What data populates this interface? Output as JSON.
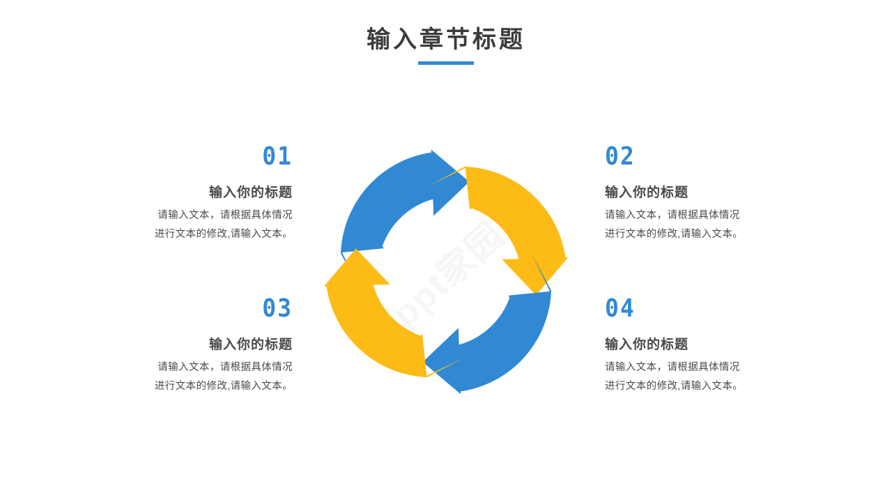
{
  "header": {
    "title": "输入章节标题",
    "accent_color": "#3189d4",
    "title_color": "#3b3b3d"
  },
  "blocks": [
    {
      "number": "01",
      "heading": "输入你的标题",
      "body_line1": "请输入文本，请根据具体情况",
      "body_line2": "进行文本的修改,请输入文本。",
      "align": "right"
    },
    {
      "number": "02",
      "heading": "输入你的标题",
      "body_line1": "请输入文本，请根据具体情况",
      "body_line2": "进行文本的修改,请输入文本。",
      "align": "left"
    },
    {
      "number": "03",
      "heading": "输入你的标题",
      "body_line1": "请输入文本，请根据具体情况",
      "body_line2": "进行文本的修改,请输入文本。",
      "align": "right"
    },
    {
      "number": "04",
      "heading": "输入你的标题",
      "body_line1": "请输入文本，请根据具体情况",
      "body_line2": "进行文本的修改,请输入文本。",
      "align": "left"
    }
  ],
  "diagram": {
    "name": "four-step-cycle-arrows",
    "blue": "#3189d4",
    "yellow": "#fcbb15",
    "arrows": [
      {
        "id": "arrow-top-left",
        "color": "#3189d4",
        "direction": "clockwise-to-top-right"
      },
      {
        "id": "arrow-top-right",
        "color": "#fcbb15",
        "direction": "clockwise-to-bottom-right"
      },
      {
        "id": "arrow-bottom-right",
        "color": "#3189d4",
        "direction": "clockwise-to-bottom-left"
      },
      {
        "id": "arrow-bottom-left",
        "color": "#fcbb15",
        "direction": "clockwise-to-top-left"
      }
    ]
  },
  "watermark": {
    "text": "ppt家园"
  }
}
